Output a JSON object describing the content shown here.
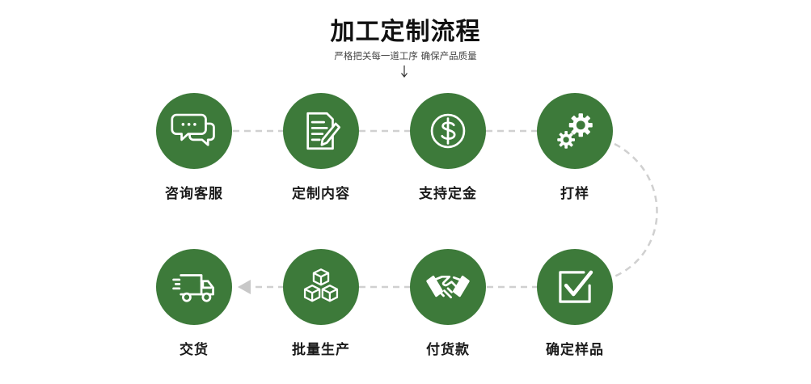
{
  "header": {
    "title": "加工定制流程",
    "subtitle": "严格把关每一道工序 确保产品质量"
  },
  "steps": [
    {
      "label": "咨询客服",
      "icon": "chat-bubbles-icon"
    },
    {
      "label": "定制内容",
      "icon": "document-pen-icon"
    },
    {
      "label": "支持定金",
      "icon": "dollar-coin-icon"
    },
    {
      "label": "打样",
      "icon": "gears-icon"
    },
    {
      "label": "确定样品",
      "icon": "checkbox-icon"
    },
    {
      "label": "付货款",
      "icon": "handshake-icon"
    },
    {
      "label": "批量生产",
      "icon": "boxes-icon"
    },
    {
      "label": "交货",
      "icon": "delivery-truck-icon"
    }
  ],
  "colors": {
    "circle": "#3d7a3a",
    "connector": "#d0d0d0",
    "arrow": "#c8c8c8"
  }
}
